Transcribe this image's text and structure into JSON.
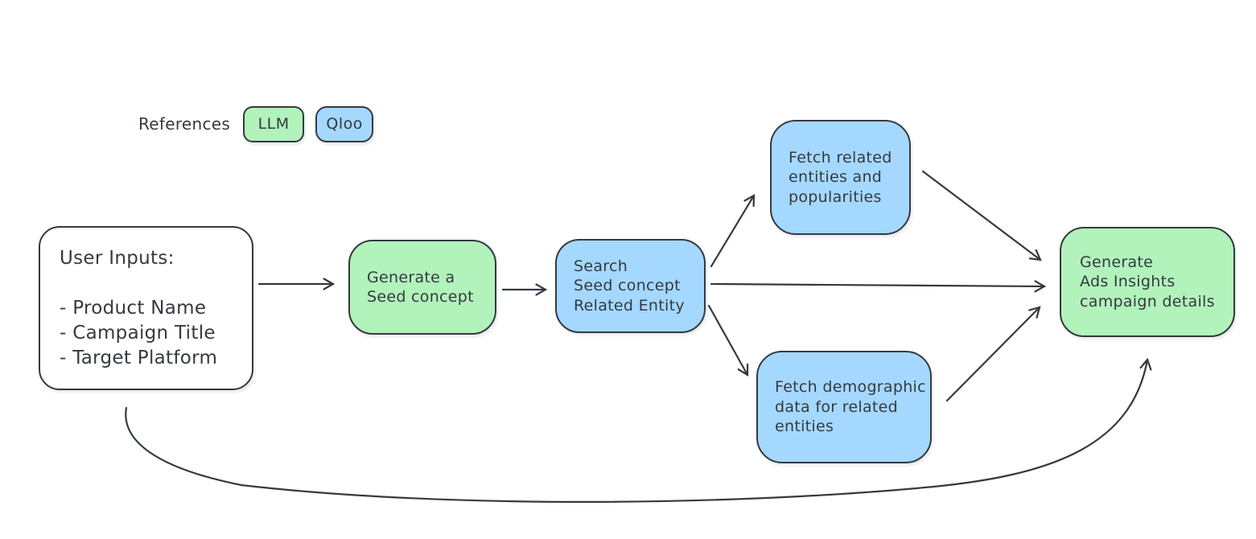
{
  "colors": {
    "background": "#ffffff",
    "stroke": "#343a40",
    "llm_green": "#b2f2bb",
    "qloo_blue": "#a5d8ff",
    "plain_white": "#ffffff"
  },
  "legend": {
    "label": "References",
    "items": [
      {
        "id": "llm",
        "label": "LLM",
        "fill": "#b2f2bb"
      },
      {
        "id": "qloo",
        "label": "Qloo",
        "fill": "#a5d8ff"
      }
    ]
  },
  "nodes": {
    "user_inputs": {
      "fill": "#ffffff",
      "lines": [
        "User Inputs:",
        "",
        "- Product Name",
        "- Campaign Title",
        "- Target Platform"
      ]
    },
    "generate_seed": {
      "fill": "#b2f2bb",
      "lines": [
        "Generate a",
        "Seed concept"
      ]
    },
    "search_related": {
      "fill": "#a5d8ff",
      "lines": [
        "Search",
        "Seed concept",
        "Related Entity"
      ]
    },
    "fetch_related": {
      "fill": "#a5d8ff",
      "lines": [
        "Fetch related",
        "entities and",
        "popularities"
      ]
    },
    "fetch_demographic": {
      "fill": "#a5d8ff",
      "lines": [
        "Fetch demographic",
        "data for related",
        "entities"
      ]
    },
    "generate_ads": {
      "fill": "#b2f2bb",
      "lines": [
        "Generate",
        "Ads Insights",
        "campaign details"
      ]
    }
  },
  "edges": [
    {
      "from": "user_inputs",
      "to": "generate_seed",
      "style": "straight"
    },
    {
      "from": "generate_seed",
      "to": "search_related",
      "style": "straight"
    },
    {
      "from": "search_related",
      "to": "fetch_related",
      "style": "straight"
    },
    {
      "from": "search_related",
      "to": "generate_ads",
      "style": "straight"
    },
    {
      "from": "search_related",
      "to": "fetch_demographic",
      "style": "straight"
    },
    {
      "from": "fetch_related",
      "to": "generate_ads",
      "style": "straight"
    },
    {
      "from": "fetch_demographic",
      "to": "generate_ads",
      "style": "straight"
    },
    {
      "from": "user_inputs",
      "to": "generate_ads",
      "style": "curved"
    }
  ]
}
